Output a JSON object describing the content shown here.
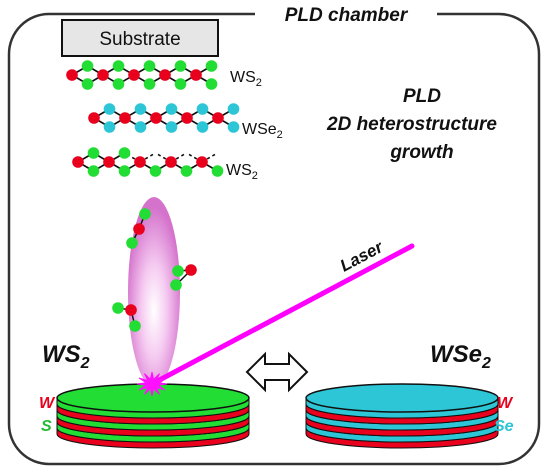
{
  "chamber": {
    "title": "PLD chamber"
  },
  "substrate": {
    "label": "Substrate"
  },
  "layers": [
    {
      "base": "WS",
      "sub": "2"
    },
    {
      "base": "WSe",
      "sub": "2"
    },
    {
      "base": "WS",
      "sub": "2"
    }
  ],
  "caption": {
    "line1": "PLD",
    "line2": "2D heterostructure",
    "line3": "growth"
  },
  "laser": {
    "label": "Laser",
    "color": "#ff00ff"
  },
  "targets": {
    "left": {
      "base": "WS",
      "sub": "2",
      "elem_top": "W",
      "elem_bottom": "S"
    },
    "right": {
      "base": "WSe",
      "sub": "2",
      "elem_top": "W",
      "elem_bottom": "Se"
    }
  },
  "colors": {
    "tungsten": "#e8001c",
    "sulfur": "#22dd33",
    "selenium": "#2dc6d6",
    "plume": "#e07ad8",
    "frame": "#333333"
  }
}
